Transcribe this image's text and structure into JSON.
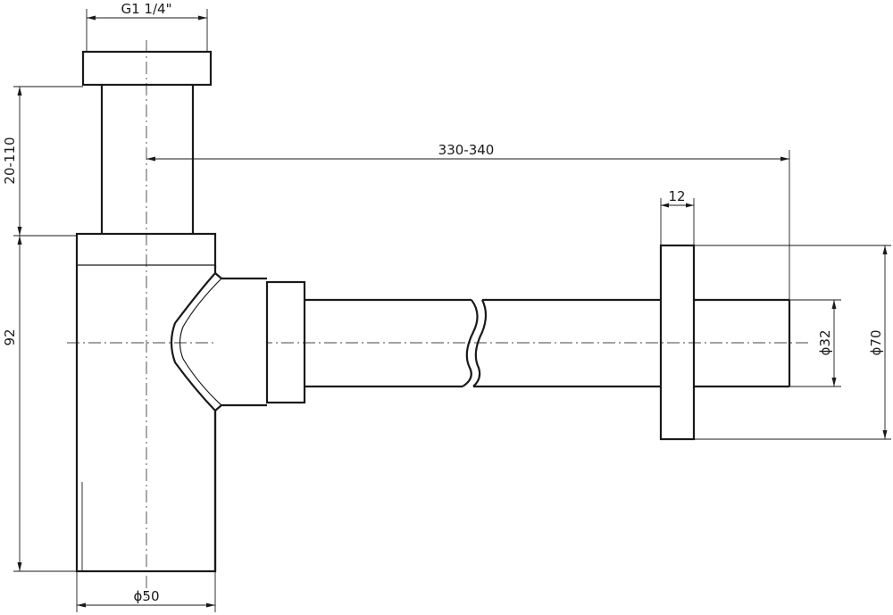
{
  "dimensions": {
    "thread": "G1 1/4\"",
    "height_adjust": "20-110",
    "body_height": "92",
    "length": "330-340",
    "flange_thickness": "12",
    "pipe_diameter": "ϕ32",
    "flange_diameter": "ϕ70",
    "body_diameter": "ϕ50"
  }
}
